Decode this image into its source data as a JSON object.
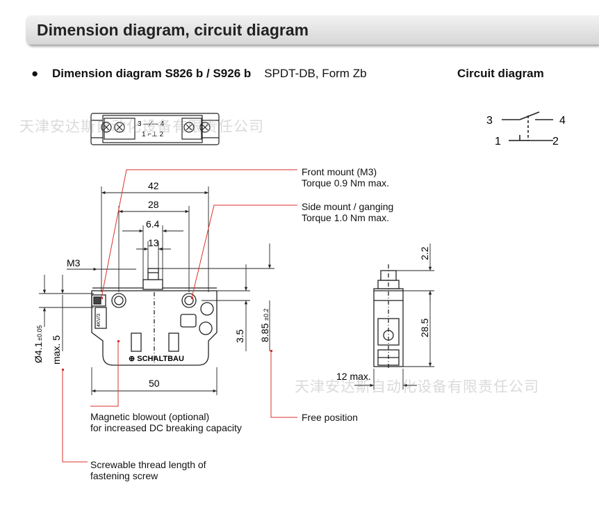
{
  "header": {
    "title": "Dimension diagram, circuit diagram"
  },
  "subheading": {
    "bullet": "●",
    "title": "Dimension diagram S826 b / S926 b",
    "form": "SPDT-DB, Form Zb"
  },
  "circuit": {
    "title": "Circuit diagram",
    "terminals": [
      "3",
      "4",
      "1",
      "2"
    ]
  },
  "top_view": {
    "label_top": "3 —∕— 4",
    "label_bottom": "1 ⌐⊥ 2"
  },
  "dimensions": {
    "d42": "42",
    "d28": "28",
    "d6_4": "6.4",
    "d13": "13",
    "m3": "M3",
    "d50": "50",
    "d3_5": "3.5",
    "d8_85": "8.85",
    "d8_85_tol": "±0.2",
    "d4_1": "Ø4.1",
    "d4_1_tol": "±0.05",
    "max5": "max. 5",
    "d2_2": "2.2",
    "d28_5": "28.5",
    "max12": "12 max."
  },
  "device": {
    "brand": "⊕ SCHALTBAU",
    "side_marking": "4KV/3"
  },
  "callouts": {
    "front_mount": [
      "Front mount (M3)",
      "Torque 0.9 Nm max."
    ],
    "side_mount": [
      "Side mount / ganging",
      "Torque 1.0 Nm max."
    ],
    "magnetic": [
      "Magnetic blowout (optional)",
      "for increased DC breaking capacity"
    ],
    "free_position": [
      "Free position"
    ],
    "thread": [
      "Screwable thread length of",
      "fastening screw"
    ]
  },
  "watermark": "天津安达斯自动化设备有限责任公司",
  "colors": {
    "leader": "#d9302a",
    "line": "#222222"
  }
}
